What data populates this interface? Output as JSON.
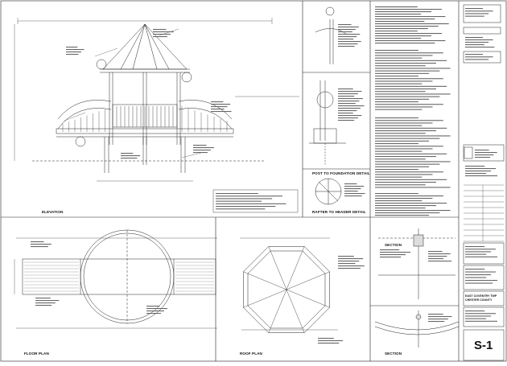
{
  "sheet": {
    "number": "S-1",
    "township": "EAST COVENTRY TWP",
    "county": "CHESTER COUNTY"
  },
  "views": {
    "elevation": "ELEVATION",
    "floor_plan": "FLOOR PLAN",
    "roof_plan": "ROOF PLAN",
    "section_top": "SECTION",
    "section_bottom": "SECTION",
    "post_foundation": "POST TO FOUNDATION DETAIL",
    "rafter_header": "RAFTER TO HEADER DETAIL"
  }
}
